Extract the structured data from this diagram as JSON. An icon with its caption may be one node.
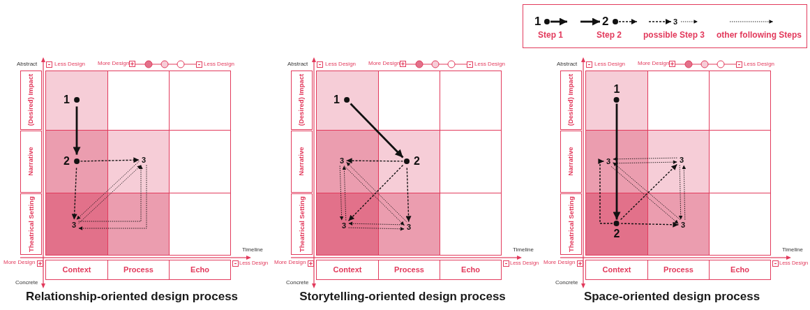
{
  "diagram": {
    "nodes": [
      {
        "text": [
          "(Desired) Impact"
        ]
      },
      {
        "text": [
          "Narrative"
        ]
      },
      {
        "text": [
          "Theatrical Setting"
        ]
      },
      {
        "text": [
          "Context"
        ]
      },
      {
        "text": [
          "Process"
        ]
      },
      {
        "text": [
          "Echo"
        ]
      },
      {
        "text": [
          "1"
        ]
      },
      {
        "text": [
          "2"
        ]
      },
      {
        "text": [
          "3"
        ]
      },
      {
        "text": [
          "3"
        ]
      },
      {
        "text": [
          "(Desired) Impact"
        ]
      },
      {
        "text": [
          "Narrative"
        ]
      },
      {
        "text": [
          "Theatrical Setting"
        ]
      },
      {
        "text": [
          "Context"
        ]
      },
      {
        "text": [
          "Process"
        ]
      },
      {
        "text": [
          "Echo"
        ]
      },
      {
        "text": [
          "1"
        ]
      },
      {
        "text": [
          "2"
        ]
      },
      {
        "text": [
          "3"
        ]
      },
      {
        "text": [
          "3"
        ]
      },
      {
        "text": [
          "3"
        ]
      },
      {
        "text": [
          "(Desired) Impact"
        ]
      },
      {
        "text": [
          "Narrative"
        ]
      },
      {
        "text": [
          "Theatrical Setting"
        ]
      },
      {
        "text": [
          "Context"
        ]
      },
      {
        "text": [
          "Process"
        ]
      },
      {
        "text": [
          "Echo"
        ]
      },
      {
        "text": [
          "1"
        ]
      },
      {
        "text": [
          "3"
        ]
      },
      {
        "text": [
          "3"
        ]
      },
      {
        "text": [
          "2"
        ]
      },
      {
        "text": [
          "3"
        ]
      }
    ],
    "edges": [
      {
        "from": 6,
        "to": 7,
        "arrow": "to",
        "style": "thick"
      },
      {
        "from": 7,
        "to": 8,
        "arrow": "to",
        "style": "dashed"
      },
      {
        "from": 7,
        "to": 9,
        "arrow": "to",
        "style": "dashed"
      },
      {
        "from": 9,
        "to": 8,
        "arrow": "to",
        "style": "dashed"
      },
      {
        "from": 8,
        "to": 9,
        "arrow": "to",
        "style": "dashed"
      },
      {
        "from": 9,
        "to": 8,
        "arrow": "to",
        "style": "dashed"
      },
      {
        "from": 8,
        "to": 9,
        "arrow": "to",
        "style": "dashed"
      },
      {
        "from": 16,
        "to": 17,
        "arrow": "to",
        "style": "thick"
      },
      {
        "from": 17,
        "to": 18,
        "arrow": "to",
        "style": "dashed"
      },
      {
        "from": 17,
        "to": 20,
        "arrow": "to",
        "style": "dashed"
      },
      {
        "from": 17,
        "to": 19,
        "arrow": "to",
        "style": "dashed"
      },
      {
        "from": 18,
        "to": 19,
        "arrow": "to",
        "style": "dashed"
      },
      {
        "from": 19,
        "to": 18,
        "arrow": "to",
        "style": "dashed"
      },
      {
        "from": 18,
        "to": 20,
        "arrow": "to",
        "style": "dashed"
      },
      {
        "from": 20,
        "to": 18,
        "arrow": "to",
        "style": "dashed"
      },
      {
        "from": 19,
        "to": 20,
        "arrow": "to",
        "style": "dashed"
      },
      {
        "from": 20,
        "to": 19,
        "arrow": "to",
        "style": "dashed"
      },
      {
        "from": 27,
        "to": 30,
        "arrow": "to",
        "style": "thick"
      },
      {
        "from": 30,
        "to": 28,
        "arrow": "to",
        "style": "dashed"
      },
      {
        "from": 30,
        "to": 29,
        "arrow": "to",
        "style": "dashed"
      },
      {
        "from": 30,
        "to": 31,
        "arrow": "to",
        "style": "dashed"
      },
      {
        "from": 28,
        "to": 29,
        "arrow": "to",
        "style": "dashed"
      },
      {
        "from": 29,
        "to": 28,
        "arrow": "to",
        "style": "dashed"
      },
      {
        "from": 28,
        "to": 31,
        "arrow": "to",
        "style": "dashed"
      },
      {
        "from": 31,
        "to": 28,
        "arrow": "to",
        "style": "dashed"
      },
      {
        "from": 29,
        "to": 31,
        "arrow": "to",
        "style": "dashed"
      },
      {
        "from": 31,
        "to": 29,
        "arrow": "to",
        "style": "dashed"
      }
    ],
    "labels": [
      "1",
      "2",
      "3",
      "Abstract",
      "Less Design",
      "More Design",
      "Less Design",
      "Timeline",
      "More Design",
      "Less Design",
      "Concrete",
      "Relationship-oriented design process",
      "Abstract",
      "Less Design",
      "More Design",
      "Less Design",
      "Timeline",
      "More Design",
      "Less Design",
      "Concrete",
      "Storytelling-oriented design process",
      "Abstract",
      "Less Design",
      "More Design",
      "Less Design",
      "Timeline",
      "More Design",
      "Less Design",
      "Concrete",
      "Space-oriented design process"
    ],
    "legend": [
      {
        "text": "Step 1"
      },
      {
        "text": "Step 2"
      },
      {
        "text": "possible Step 3"
      },
      {
        "text": "other following Steps"
      }
    ]
  }
}
